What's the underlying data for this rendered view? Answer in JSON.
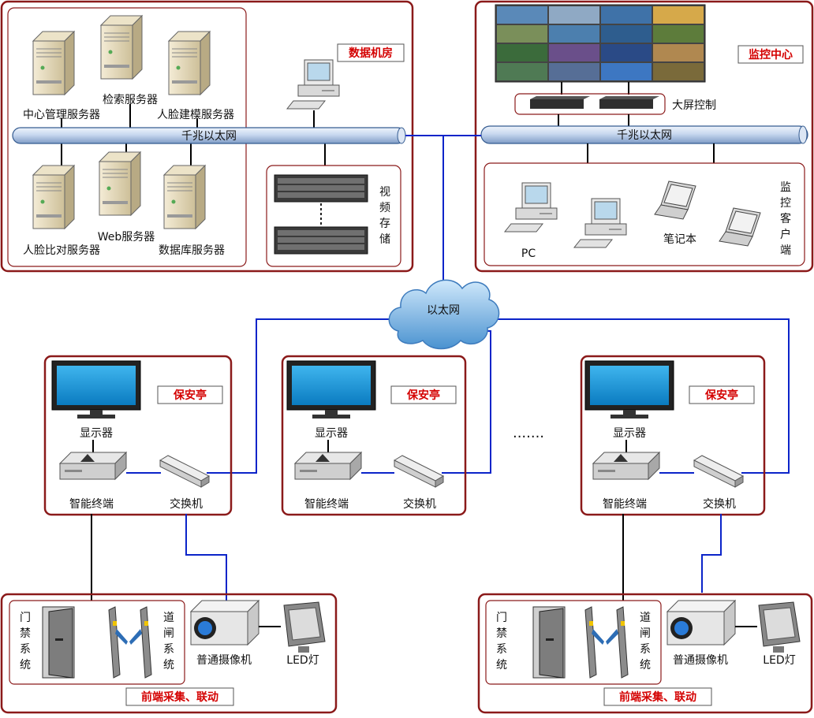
{
  "data_room": {
    "tag": "数据机房",
    "backbone_label": "千兆以太网",
    "servers": {
      "center_mgmt": "中心管理服务器",
      "search": "检索服务器",
      "face_model": "人脸建模服务器",
      "face_compare": "人脸比对服务器",
      "web": "Web服务器",
      "database": "数据库服务器"
    },
    "storage_label": [
      "视",
      "频",
      "存",
      "储"
    ]
  },
  "monitor_center": {
    "tag": "监控中心",
    "screen_control": "大屏控制",
    "backbone_label": "千兆以太网",
    "pc_label": "PC",
    "laptop_label": "笔记本",
    "client_label": [
      "监",
      "控",
      "客",
      "户",
      "端"
    ]
  },
  "cloud_label": "以太网",
  "guard_booths": [
    {
      "tag": "保安亭",
      "display": "显示器",
      "terminal": "智能终端",
      "switch": "交换机"
    },
    {
      "tag": "保安亭",
      "display": "显示器",
      "terminal": "智能终端",
      "switch": "交换机"
    },
    {
      "tag": "保安亭",
      "display": "显示器",
      "terminal": "智能终端",
      "switch": "交换机"
    }
  ],
  "ellipsis": "·······",
  "front_ends": [
    {
      "tag": "前端采集、联动",
      "access": [
        "门",
        "禁",
        "系",
        "统"
      ],
      "gate": [
        "道",
        "闸",
        "系",
        "统"
      ],
      "camera": "普通摄像机",
      "led": "LED灯"
    },
    {
      "tag": "前端采集、联动",
      "access": [
        "门",
        "禁",
        "系",
        "统"
      ],
      "gate": [
        "道",
        "闸",
        "系",
        "统"
      ],
      "camera": "普通摄像机",
      "led": "LED灯"
    }
  ],
  "colors": {
    "panel_border": "#8b1a1a",
    "tag_text": "#d40000",
    "link": "#0b24c9",
    "pipe": "#c8d8ef"
  }
}
